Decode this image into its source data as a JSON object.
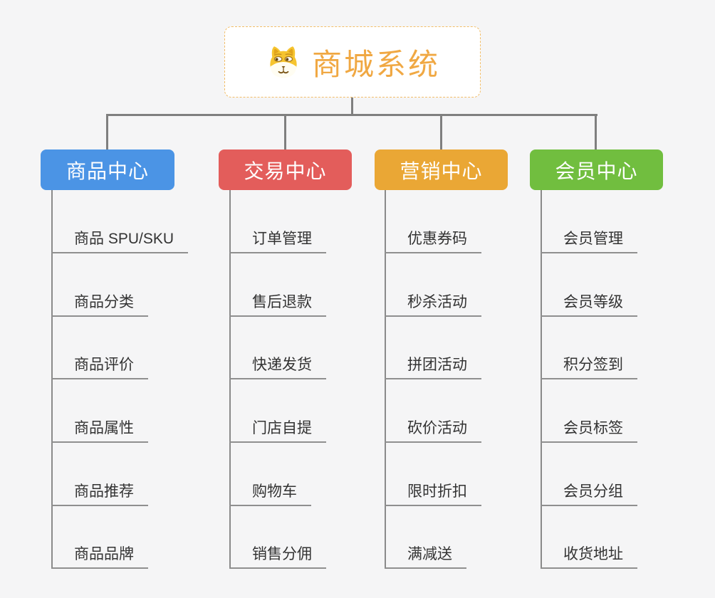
{
  "root": {
    "title": "商城系统",
    "icon": "shiba-dog-icon"
  },
  "branches": [
    {
      "label": "商品中心",
      "color": "#4b94e5",
      "items": [
        "商品 SPU/SKU",
        "商品分类",
        "商品评价",
        "商品属性",
        "商品推荐",
        "商品品牌"
      ]
    },
    {
      "label": "交易中心",
      "color": "#e35d5b",
      "items": [
        "订单管理",
        "售后退款",
        "快递发货",
        "门店自提",
        "购物车",
        "销售分佣"
      ]
    },
    {
      "label": "营销中心",
      "color": "#eaa735",
      "items": [
        "优惠券码",
        "秒杀活动",
        "拼团活动",
        "砍价活动",
        "限时折扣",
        "满减送"
      ]
    },
    {
      "label": "会员中心",
      "color": "#71be3f",
      "items": [
        "会员管理",
        "会员等级",
        "积分签到",
        "会员标签",
        "会员分组",
        "收货地址"
      ]
    }
  ],
  "colors": {
    "background": "#f5f5f6",
    "connector_line": "#7f7f7f",
    "leaf_line": "#8f8f8f",
    "leaf_text": "#333333",
    "root_text": "#f0a843",
    "root_border": "#f2bd67",
    "root_background": "#ffffff"
  }
}
